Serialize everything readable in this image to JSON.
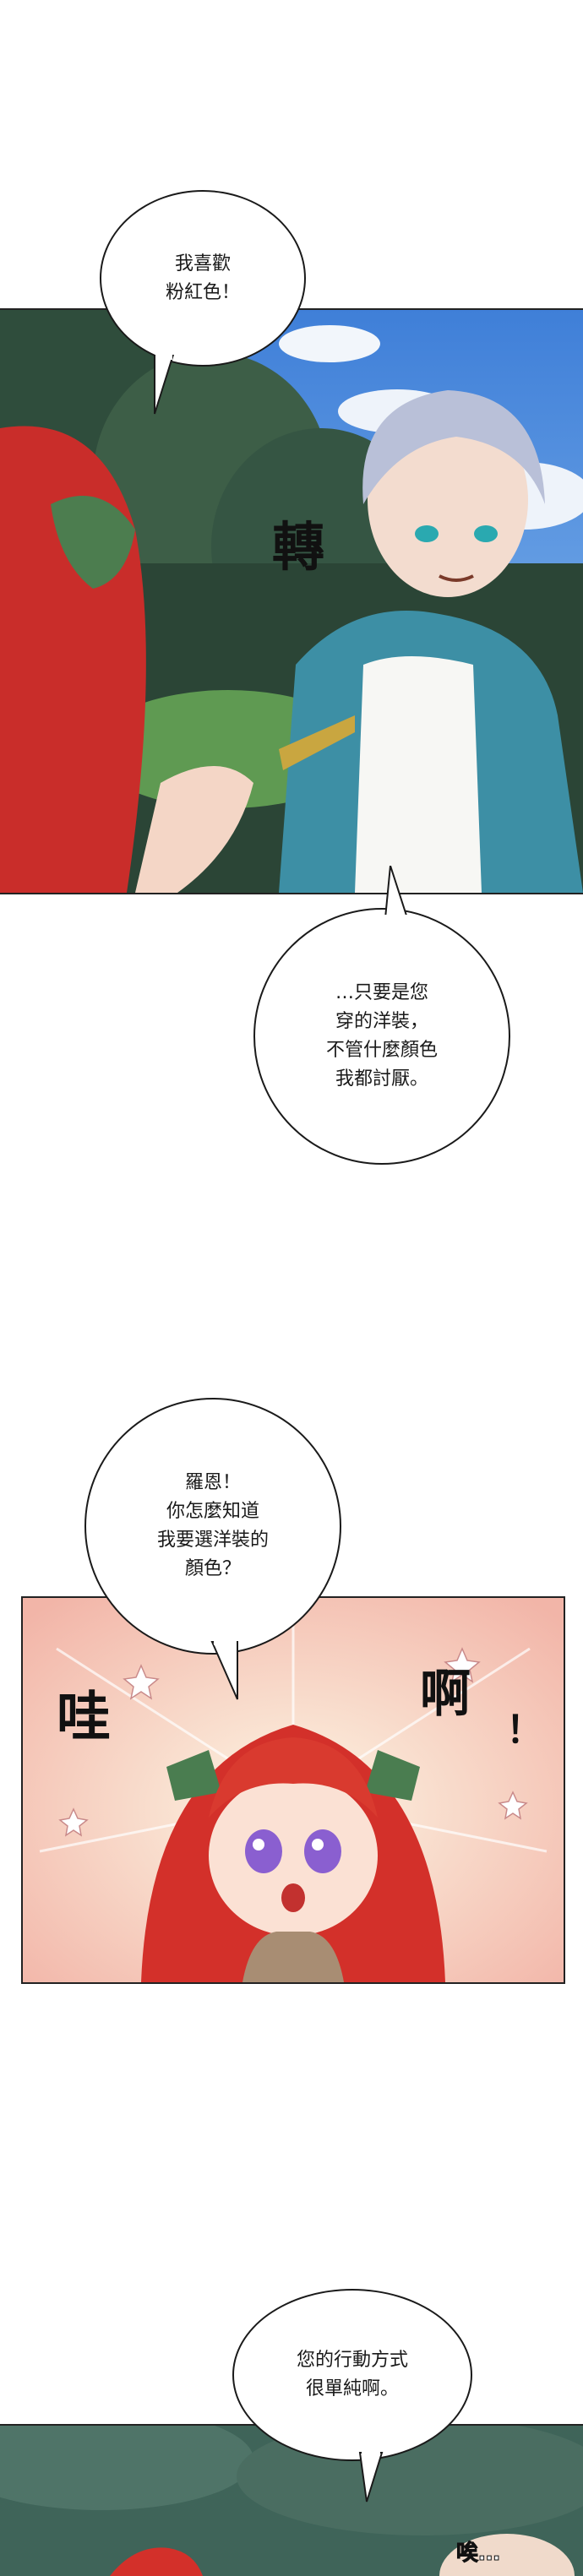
{
  "colors": {
    "sky": "#4f8fe0",
    "forest": "#2e4a3a",
    "hair_red": "#d3302a",
    "jacket": "#3f8fa0",
    "burst_bg": "#f6d1b7",
    "bottom_panel": "#3c5a52"
  },
  "bubble1": {
    "lines": [
      "我喜歡",
      "粉紅色！"
    ]
  },
  "bubble2": {
    "lines": [
      "…只要是您",
      "穿的洋裝，",
      "不管什麼顏色",
      "我都討厭。"
    ]
  },
  "bubble3": {
    "lines": [
      "羅恩！",
      "你怎麼知道",
      "我要選洋裝的",
      "顏色？"
    ]
  },
  "bubble4": {
    "lines": [
      "您的行動方式",
      "很單純啊。"
    ]
  },
  "sfx": {
    "turn": "轉",
    "wow1": "哇",
    "wow2": "啊",
    "wow_mark": "！",
    "hmph": "唉…"
  }
}
